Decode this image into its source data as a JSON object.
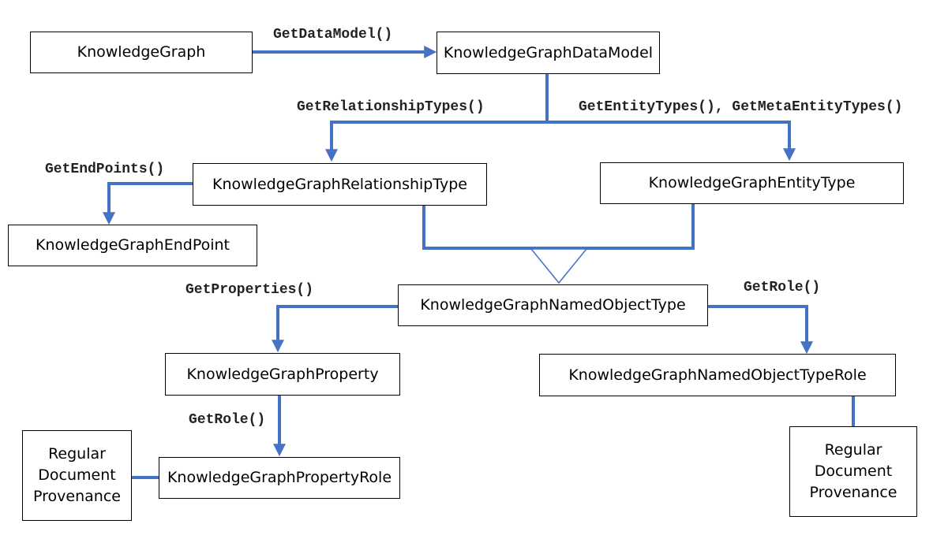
{
  "colors": {
    "connector": "#4472c4",
    "box_border": "#000000",
    "text": "#000000"
  },
  "nodes": {
    "knowledge_graph": "KnowledgeGraph",
    "data_model": "KnowledgeGraphDataModel",
    "relationship_type": "KnowledgeGraphRelationshipType",
    "entity_type": "KnowledgeGraphEntityType",
    "end_point": "KnowledgeGraphEndPoint",
    "named_object_type": "KnowledgeGraphNamedObjectType",
    "property": "KnowledgeGraphProperty",
    "named_object_type_role": "KnowledgeGraphNamedObjectTypeRole",
    "property_role": "KnowledgeGraphPropertyRole",
    "provenance_left": "Regular Document Provenance",
    "provenance_right": "Regular Document Provenance"
  },
  "edge_labels": {
    "get_data_model": "GetDataModel()",
    "get_relationship_types": "GetRelationshipTypes()",
    "get_entity_types": "GetEntityTypes(), GetMetaEntityTypes()",
    "get_end_points": "GetEndPoints()",
    "get_properties": "GetProperties()",
    "get_role_named": "GetRole()",
    "get_role_property": "GetRole()"
  }
}
